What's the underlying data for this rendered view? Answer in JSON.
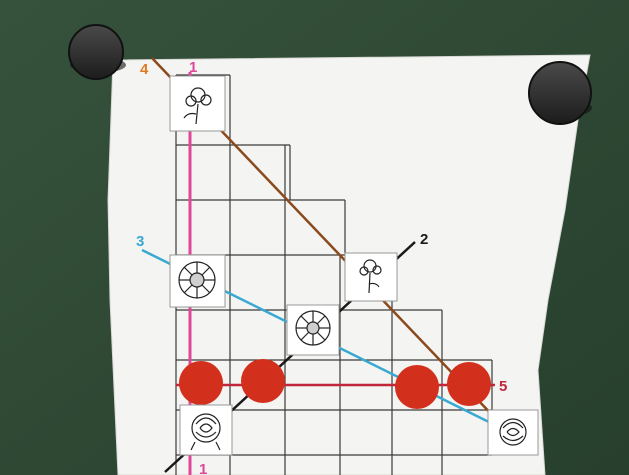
{
  "scene": {
    "board_color": "#2f4a35",
    "paper_color": "#f4f4f2",
    "grid_color": "#3a3a3a",
    "magnets": {
      "count": 2,
      "color": "#2e2e2e"
    },
    "red_dots": {
      "count": 4,
      "color": "#d2301c"
    },
    "cards": [
      {
        "icon": "daffodil-icon",
        "row": "top"
      },
      {
        "icon": "daisy-icon",
        "row": "upper-left"
      },
      {
        "icon": "daisy-icon",
        "row": "middle"
      },
      {
        "icon": "daffodil-icon",
        "row": "upper-right"
      },
      {
        "icon": "rose-icon",
        "row": "bottom-left"
      },
      {
        "icon": "rose-icon",
        "row": "bottom-right"
      }
    ],
    "lines": [
      {
        "label": "1",
        "color": "#e0479b",
        "top_label": "1",
        "bottom_label": "1"
      },
      {
        "label": "2",
        "color": "#1a1a1a"
      },
      {
        "label": "3",
        "color": "#38a9d1"
      },
      {
        "label": "4",
        "color": "#8b4a1c",
        "label_color": "#e07a22"
      },
      {
        "label": "5",
        "color": "#c0273a"
      }
    ]
  }
}
